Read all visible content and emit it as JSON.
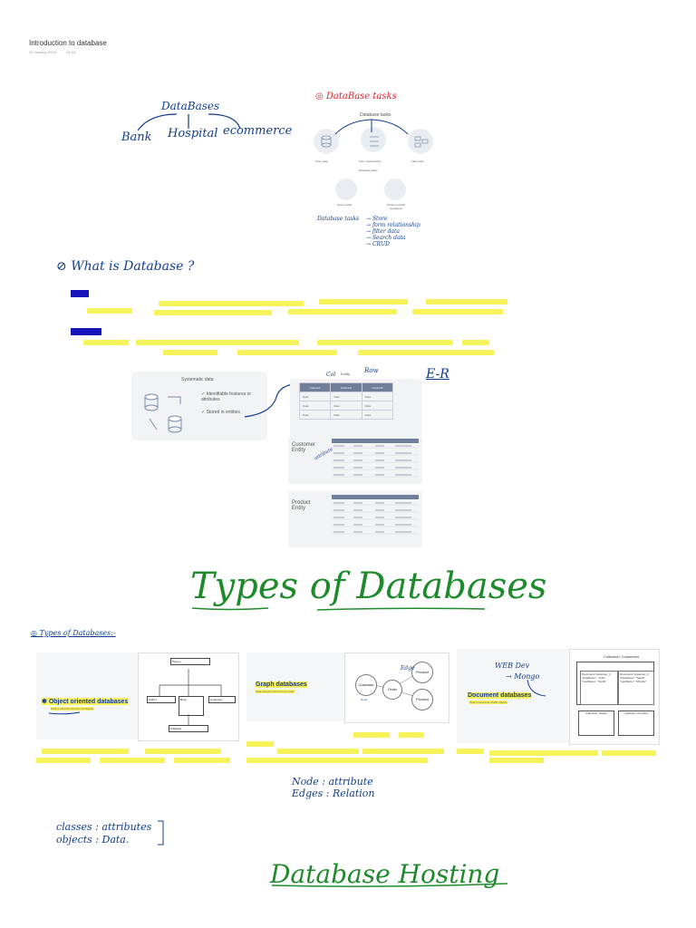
{
  "header": {
    "title": "Introduction to database",
    "date": "29 January 2024",
    "time": "14:40"
  },
  "sketch_databases": {
    "root": "DataBases",
    "items": [
      "Bank",
      "Hospital",
      "ecommerce"
    ]
  },
  "tasks_section": {
    "heading": "DataBase tasks",
    "diagram_title": "Database tasks",
    "top_items": [
      "Store data",
      "Form relationships",
      "Filter data"
    ],
    "sub_title": "Database tasks",
    "bottom_items": [
      "Search data",
      "Perform CRUD operations"
    ],
    "notes_title": "Database tasks",
    "notes": [
      "Store",
      "form relationship",
      "filter data",
      "Search data",
      "CRUD"
    ]
  },
  "what_is": {
    "heading": "What is Database ?"
  },
  "er_section": {
    "systematic": "Systematic data",
    "bullets": [
      "Identifiable features or attributes",
      "Stored in entities"
    ],
    "col_label": "Col",
    "entity_label": "Entity",
    "row_label": "Row",
    "er_label": "E-R",
    "table_headers": [
      "Column1",
      "Column2",
      "Column3"
    ],
    "table_cell": "Data",
    "customer_label": "Customer Entity",
    "attribute_label": "attribute",
    "product_label": "Product Entity"
  },
  "types_heading": "Types of Databases",
  "types_sub": "Types of Databases:-",
  "oo": {
    "label": "Object oriented databases",
    "caption": "Data is stored in the form of objects",
    "uml_person": "Person",
    "uml_author": "Author",
    "uml_book": "Book",
    "uml_customer": "Customer",
    "uml_publisher": "Publisher"
  },
  "graph": {
    "label": "Graph databases",
    "caption": "Data stored in the form of nodes",
    "nodes": [
      "Customer",
      "Order",
      "Product",
      "Product"
    ],
    "edge_label": "Edge",
    "node_label": "Node"
  },
  "document": {
    "label": "Document databases",
    "caption": "Data is stored as JSON objects",
    "note": "WEB Dev",
    "note2": "→ Mongo",
    "collection": "Collection: Customers",
    "doc1": "Document: Customer_1",
    "doc2": "Document: Customer_2",
    "doc1_fields": [
      "\"FirstName\": \"John\"",
      "\"LastName\": \"Smith\""
    ],
    "doc2_fields": [
      "\"FirstName\": \"Sarah\"",
      "\"LastName\": \"Murphy\""
    ],
    "orders": "Collection: Orders",
    "products": "Collection: Products"
  },
  "graph_notes": [
    "Node : attribute",
    "Edges : Relation"
  ],
  "classes_notes": [
    "classes : attributes",
    "objects : Data."
  ],
  "hosting_heading": "Database Hosting"
}
